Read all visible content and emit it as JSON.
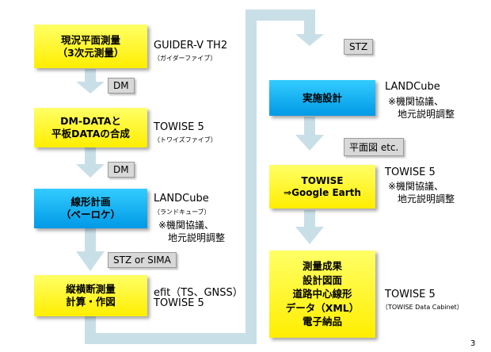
{
  "boxes": {
    "b1": [
      "現況平面測量",
      "（3次元測量）"
    ],
    "b2": [
      "DM-DATAと",
      "平板DATAの合成"
    ],
    "b3": [
      "線形計画",
      "（ベーロケ）"
    ],
    "b4": [
      "縦横断測量",
      "計算・作図"
    ],
    "b5": [
      "実施設計"
    ],
    "b6": [
      "TOWISE",
      "⇒Google Earth"
    ],
    "b7": [
      "測量成果",
      "設計図面",
      "道路中心線形",
      "データ（XML）",
      "電子納品"
    ]
  },
  "tags": {
    "t1": "DM",
    "t2": "DM",
    "t3": "STZ or SIMA",
    "t4": "STZ",
    "t5": "平面図 etc."
  },
  "labels": {
    "l1": "GUIDER-V TH2",
    "l1s": "（ガイダーファイブ）",
    "l2": "TOWISE 5",
    "l2s": "（トワイズファイブ）",
    "l3": "LANDCube",
    "l3s": "（ランドキューブ）",
    "l3n1": "※機関協議、",
    "l3n2": "地元説明調整",
    "l4a": "efit（TS、GNSS）",
    "l4b": "TOWISE 5",
    "l5": "LANDCube",
    "l5n1": "※機関協議、",
    "l5n2": "地元説明調整",
    "l6": "TOWISE 5",
    "l6n1": "※機関協議、",
    "l6n2": "地元説明調整",
    "l7": "TOWISE 5",
    "l7s": "（TOWISE Data Cabinet）"
  },
  "page_number": "3",
  "colors": {
    "yellow": "#ffff00",
    "blue": "#1aaaf0",
    "arrow": "#c9dfe8",
    "tag": "#d8d8d8"
  }
}
